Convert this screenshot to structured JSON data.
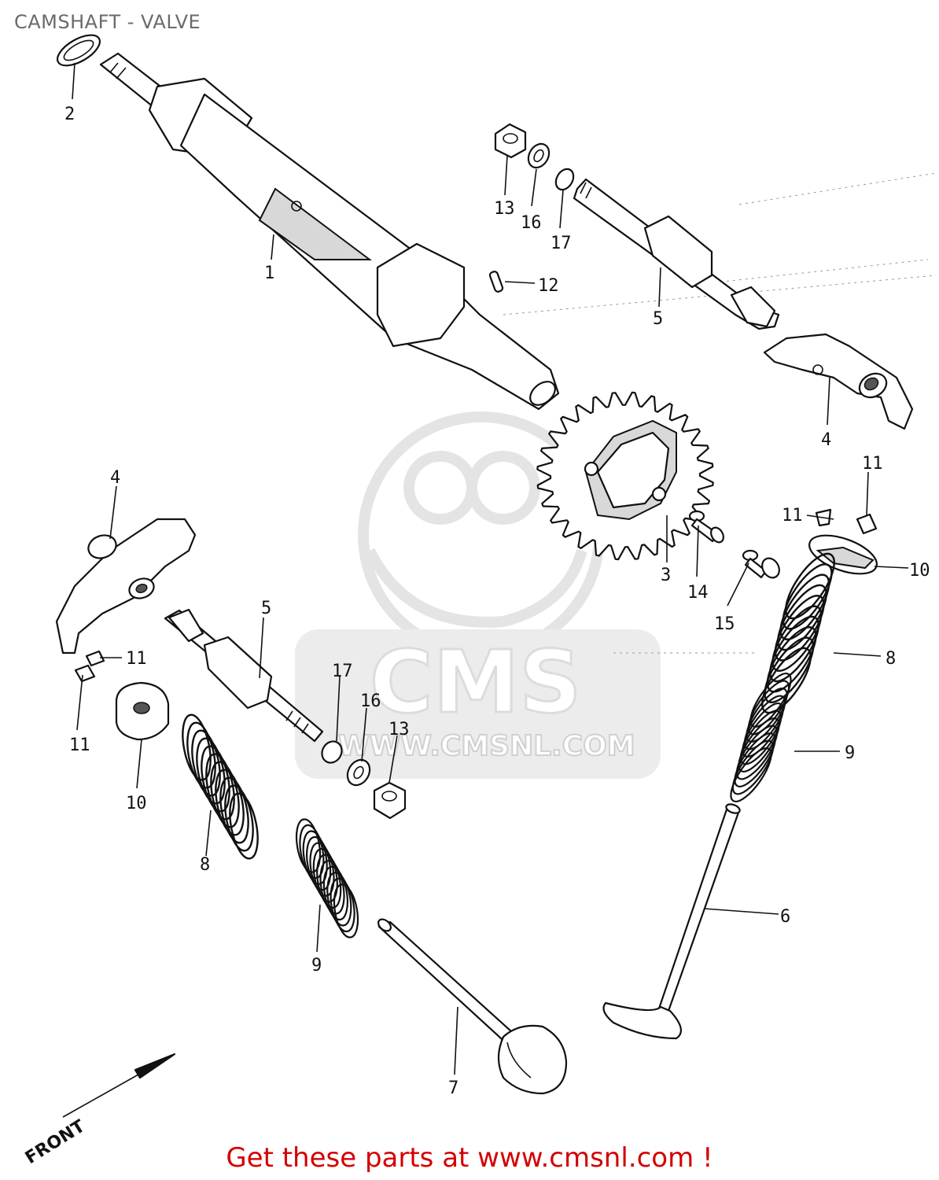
{
  "header": {
    "title": "CAMSHAFT - VALVE"
  },
  "watermark": {
    "logo_text": "CMS",
    "url_text": "WWW.CMSNL.COM"
  },
  "direction": {
    "label": "FRONT"
  },
  "callouts": {
    "c1": "1",
    "c2": "2",
    "c3": "3",
    "c4a": "4",
    "c4b": "4",
    "c5a": "5",
    "c5b": "5",
    "c6": "6",
    "c7": "7",
    "c8a": "8",
    "c8b": "8",
    "c9a": "9",
    "c9b": "9",
    "c10a": "10",
    "c10b": "10",
    "c11a": "11",
    "c11b": "11",
    "c11c": "11",
    "c11d": "11",
    "c12": "12",
    "c13a": "13",
    "c13b": "13",
    "c14": "14",
    "c15": "15",
    "c16a": "16",
    "c16b": "16",
    "c17a": "17",
    "c17b": "17"
  },
  "footer": {
    "text": "Get these parts at www.cmsnl.com !"
  },
  "colors": {
    "footer": "#d40000",
    "title": "#6a6a6a",
    "lines": "#111111"
  }
}
